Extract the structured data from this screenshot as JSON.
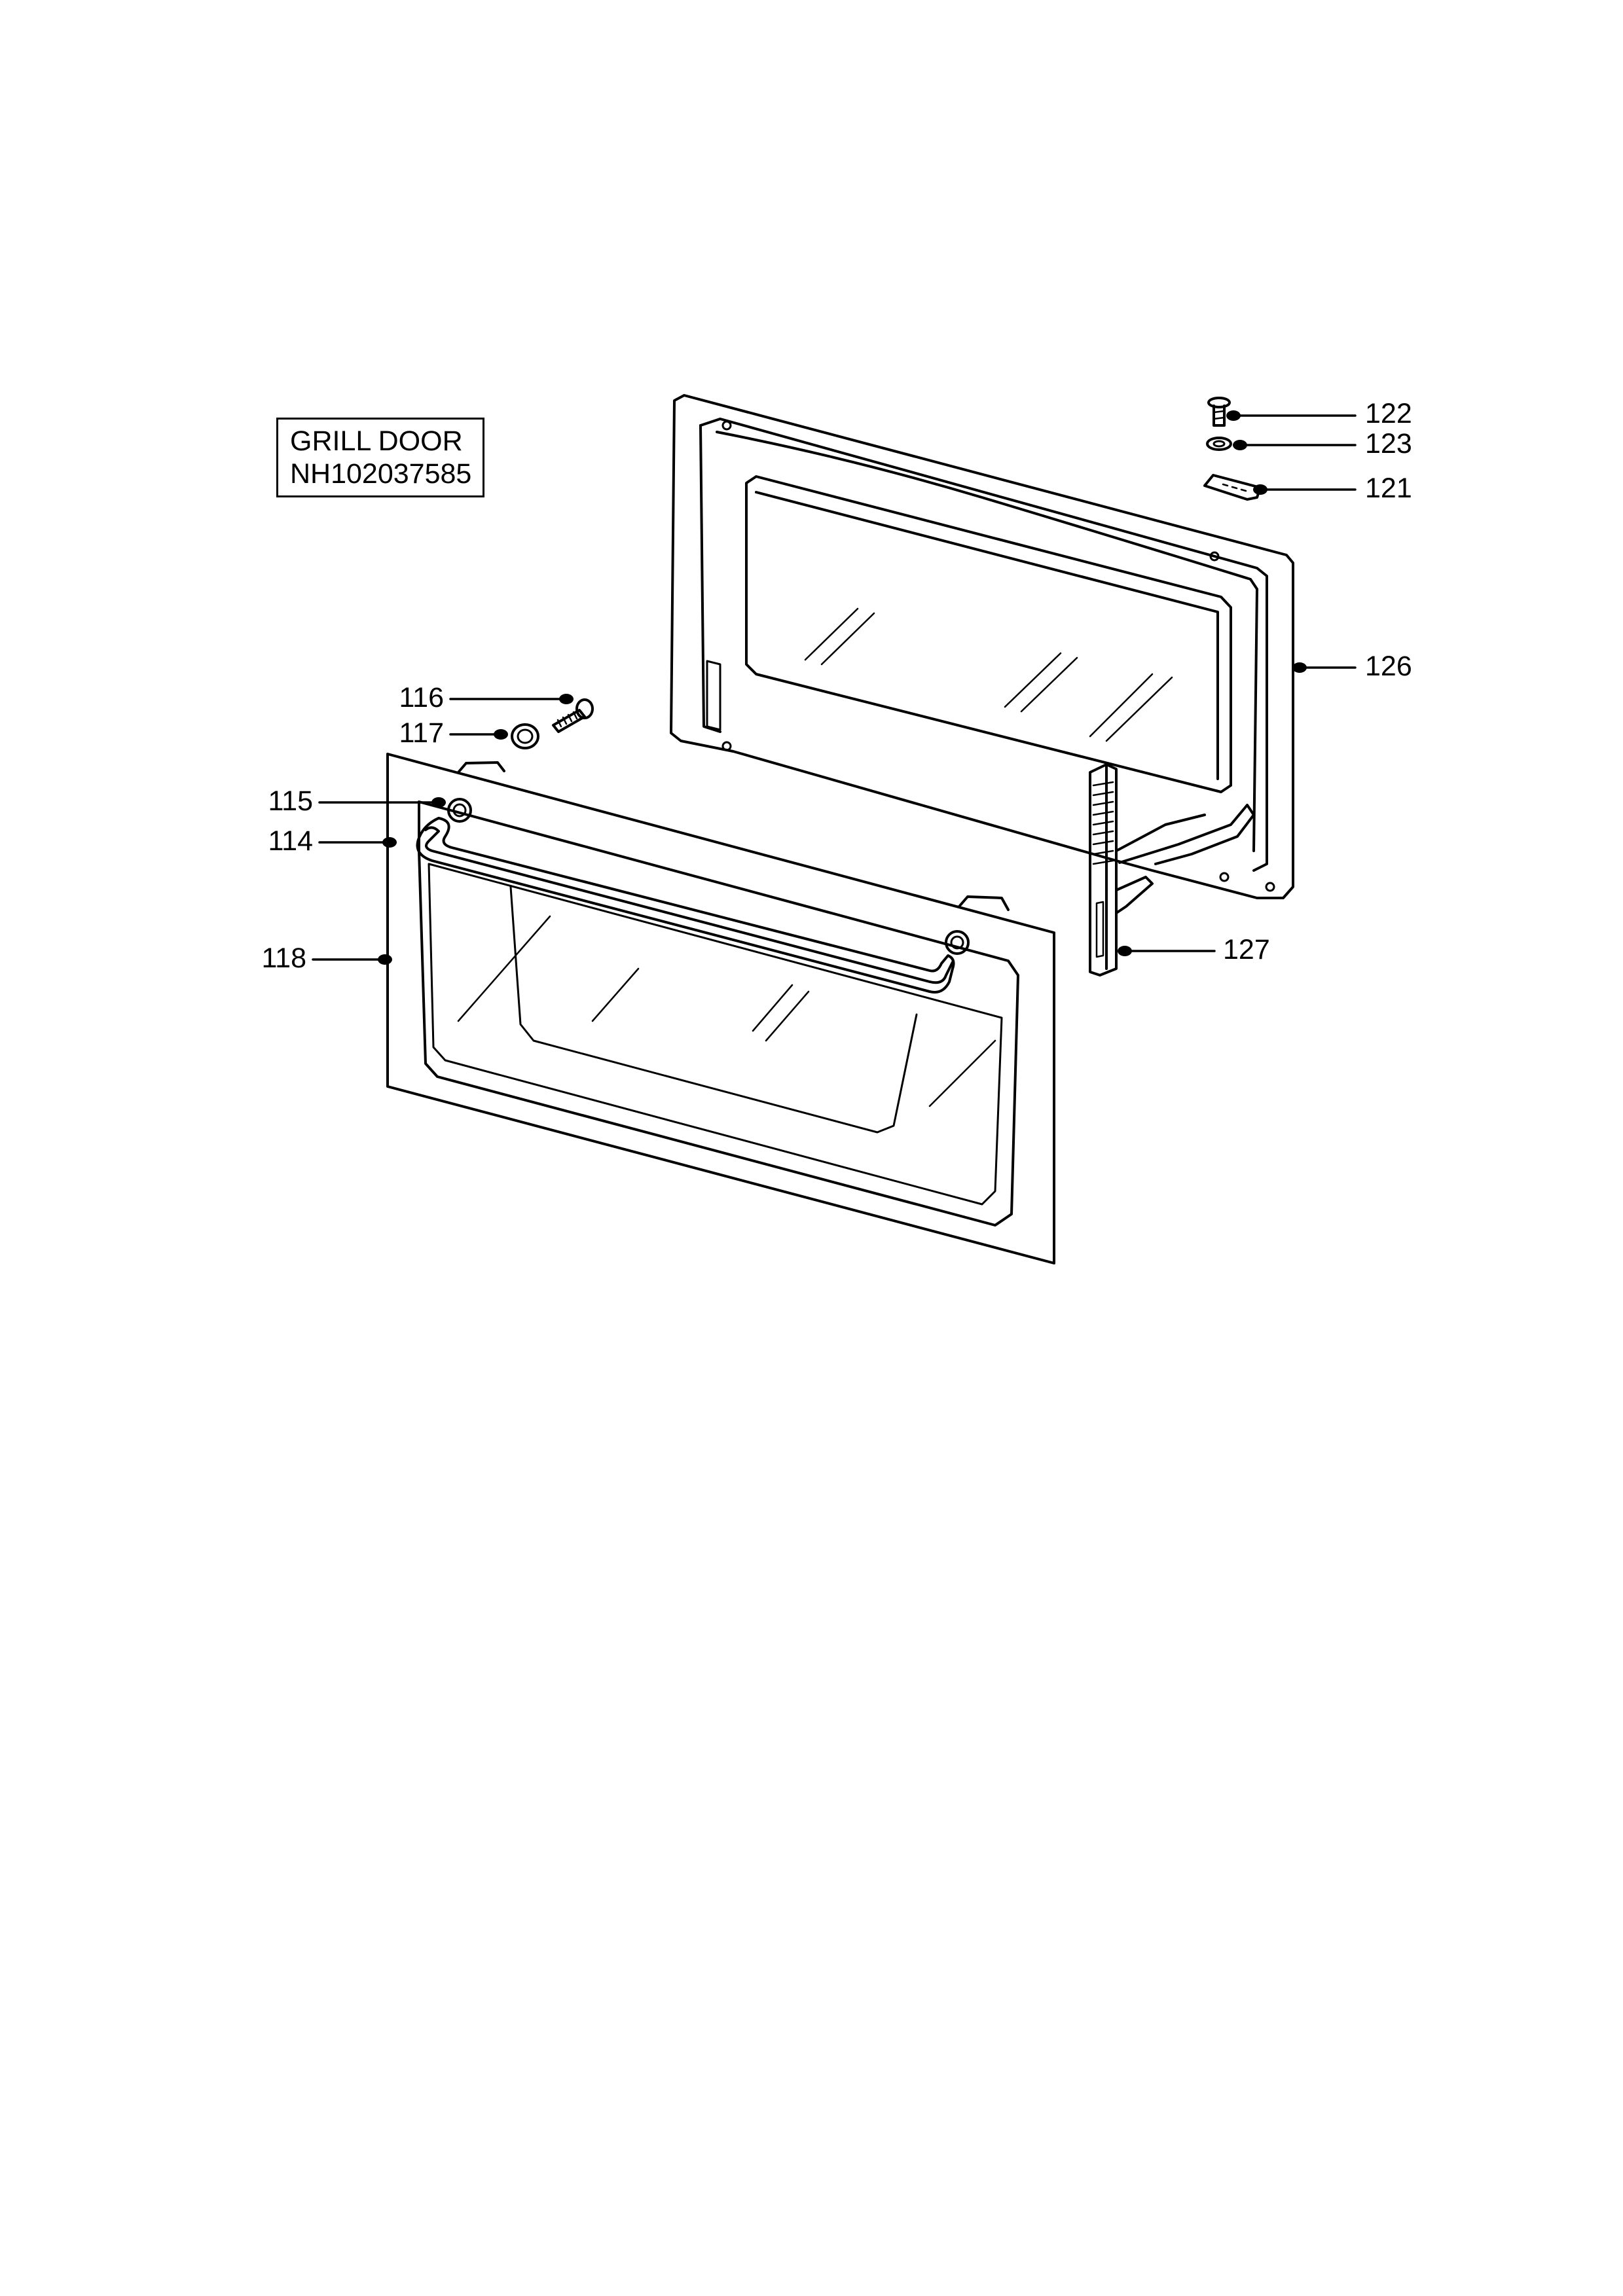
{
  "title": {
    "line1": "GRILL DOOR",
    "line2": "NH102037585"
  },
  "callouts": [
    {
      "number": "122",
      "part": "screw"
    },
    {
      "number": "123",
      "part": "washer"
    },
    {
      "number": "121",
      "part": "clip"
    },
    {
      "number": "126",
      "part": "inner-door-panel"
    },
    {
      "number": "116",
      "part": "screw"
    },
    {
      "number": "117",
      "part": "spacer"
    },
    {
      "number": "115",
      "part": "handle-mount"
    },
    {
      "number": "114",
      "part": "handle"
    },
    {
      "number": "118",
      "part": "outer-door-panel"
    },
    {
      "number": "127",
      "part": "hinge"
    }
  ],
  "colors": {
    "line": "#000000",
    "background": "#ffffff"
  }
}
